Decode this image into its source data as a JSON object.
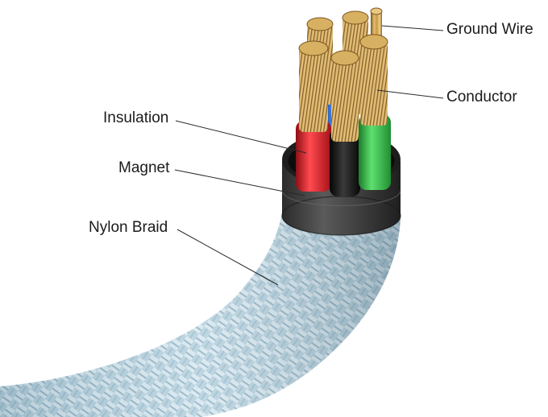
{
  "labels": {
    "ground_wire": "Ground Wire",
    "conductor": "Conductor",
    "insulation": "Insulation",
    "magnet": "Magnet",
    "nylon_braid": "Nylon Braid"
  },
  "colors": {
    "background": "#ffffff",
    "braid": "#bcd6e3",
    "magnet": "#3a3a3a",
    "wire_red": "#e1242b",
    "wire_black": "#151515",
    "wire_green": "#35c24b",
    "wire_blue": "#2e6fd8",
    "copper": "#c99a45",
    "leader_line": "#2a2a2a"
  }
}
